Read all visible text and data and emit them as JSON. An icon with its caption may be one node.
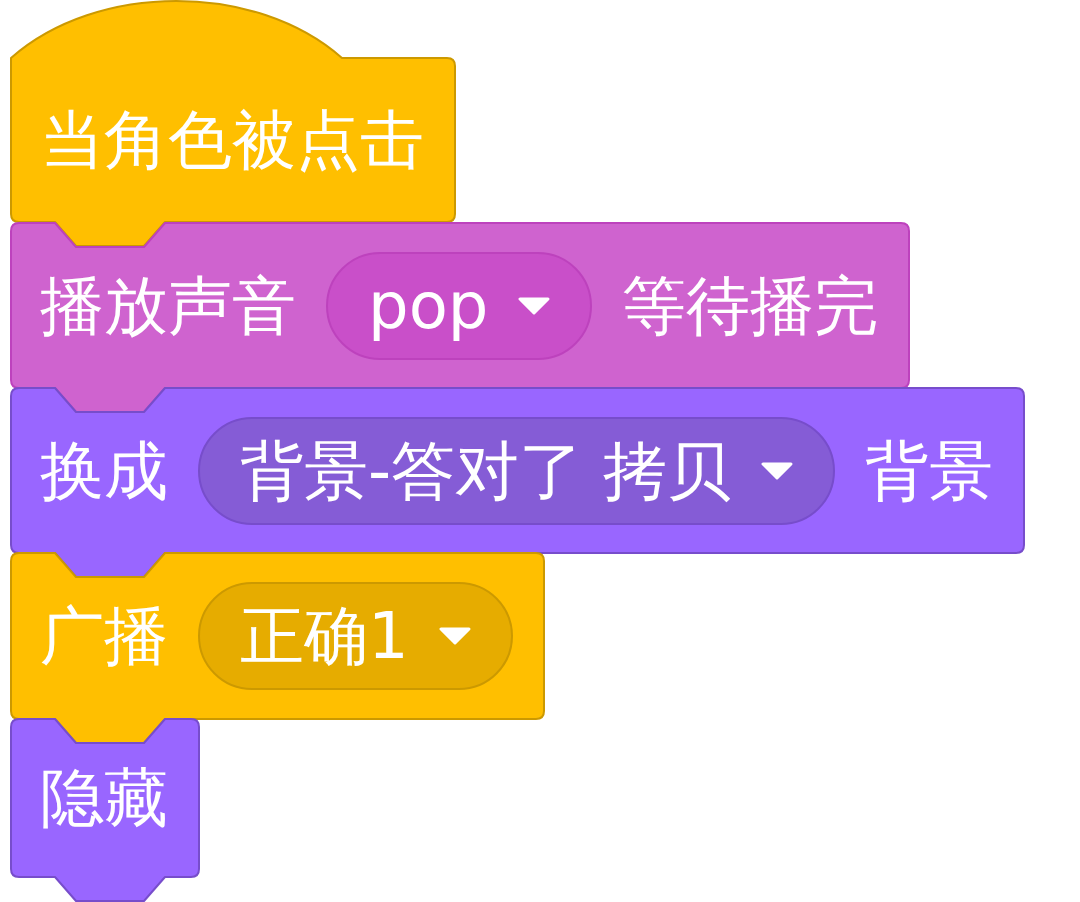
{
  "diagram": {
    "nodes": [
      {
        "text": [
          "当角色被点击"
        ]
      },
      {
        "text": [
          "播放声音",
          "等待播完"
        ]
      },
      {
        "text": [
          "pop"
        ],
        "in": 1
      },
      {
        "text": [
          "换成",
          "背景"
        ]
      },
      {
        "text": [
          "背景-答对了 拷贝"
        ],
        "in": 3
      },
      {
        "text": [
          "广播"
        ]
      },
      {
        "text": [
          "正确1"
        ],
        "in": 5
      },
      {
        "text": [
          "隐藏"
        ]
      }
    ]
  }
}
